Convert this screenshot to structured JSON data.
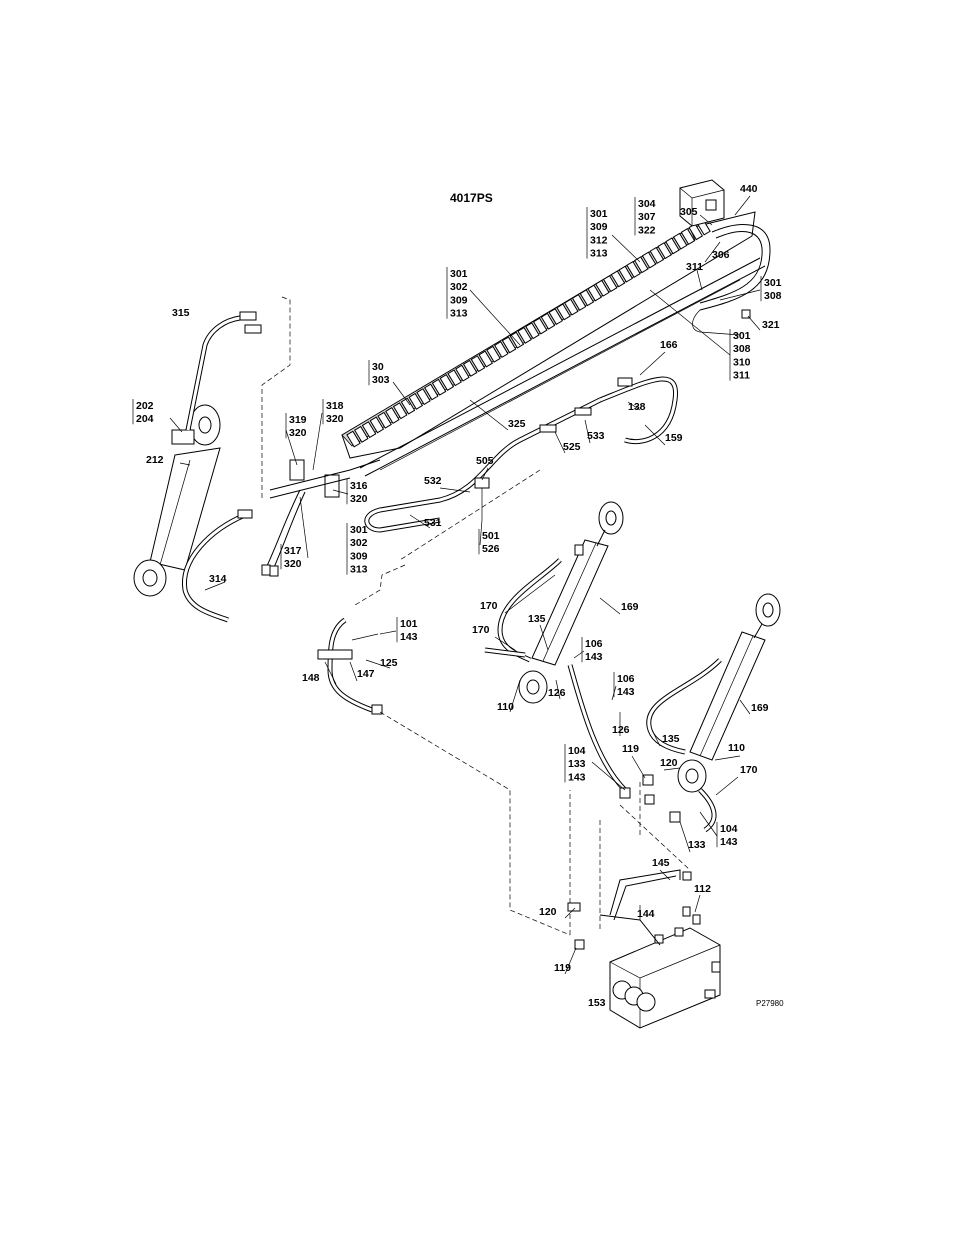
{
  "title": "4017PS",
  "reference": "P27980",
  "callouts": [
    {
      "id": "c-440",
      "lines": [
        "440"
      ]
    },
    {
      "id": "c-304",
      "lines": [
        "304",
        "307",
        "322"
      ]
    },
    {
      "id": "c-305",
      "lines": [
        "305"
      ]
    },
    {
      "id": "c-301a",
      "lines": [
        "301",
        "309",
        "312",
        "313"
      ]
    },
    {
      "id": "c-306",
      "lines": [
        "306"
      ]
    },
    {
      "id": "c-311",
      "lines": [
        "311"
      ]
    },
    {
      "id": "c-301b",
      "lines": [
        "301",
        "308"
      ]
    },
    {
      "id": "c-321",
      "lines": [
        "321"
      ]
    },
    {
      "id": "c-301c",
      "lines": [
        "301",
        "302",
        "309",
        "313"
      ]
    },
    {
      "id": "c-301d",
      "lines": [
        "301",
        "308",
        "310",
        "311"
      ]
    },
    {
      "id": "c-166",
      "lines": [
        "166"
      ]
    },
    {
      "id": "c-30",
      "lines": [
        "30",
        "303"
      ]
    },
    {
      "id": "c-138",
      "lines": [
        "138"
      ]
    },
    {
      "id": "c-315",
      "lines": [
        "315"
      ]
    },
    {
      "id": "c-325",
      "lines": [
        "325"
      ]
    },
    {
      "id": "c-533",
      "lines": [
        "533"
      ]
    },
    {
      "id": "c-159",
      "lines": [
        "159"
      ]
    },
    {
      "id": "c-525",
      "lines": [
        "525"
      ]
    },
    {
      "id": "c-202",
      "lines": [
        "202",
        "204"
      ]
    },
    {
      "id": "c-318",
      "lines": [
        "318",
        "320"
      ]
    },
    {
      "id": "c-319",
      "lines": [
        "319",
        "320"
      ]
    },
    {
      "id": "c-212",
      "lines": [
        "212"
      ]
    },
    {
      "id": "c-505",
      "lines": [
        "505"
      ]
    },
    {
      "id": "c-532",
      "lines": [
        "532"
      ]
    },
    {
      "id": "c-316",
      "lines": [
        "316",
        "320"
      ]
    },
    {
      "id": "c-531",
      "lines": [
        "531"
      ]
    },
    {
      "id": "c-301e",
      "lines": [
        "301",
        "302",
        "309",
        "313"
      ]
    },
    {
      "id": "c-501",
      "lines": [
        "501",
        "526"
      ]
    },
    {
      "id": "c-317",
      "lines": [
        "317",
        "320"
      ]
    },
    {
      "id": "c-314",
      "lines": [
        "314"
      ]
    },
    {
      "id": "c-170a",
      "lines": [
        "170"
      ]
    },
    {
      "id": "c-169a",
      "lines": [
        "169"
      ]
    },
    {
      "id": "c-135a",
      "lines": [
        "135"
      ]
    },
    {
      "id": "c-170b",
      "lines": [
        "170"
      ]
    },
    {
      "id": "c-101",
      "lines": [
        "101",
        "143"
      ]
    },
    {
      "id": "c-106a",
      "lines": [
        "106",
        "143"
      ]
    },
    {
      "id": "c-125",
      "lines": [
        "125"
      ]
    },
    {
      "id": "c-147",
      "lines": [
        "147"
      ]
    },
    {
      "id": "c-148",
      "lines": [
        "148"
      ]
    },
    {
      "id": "c-106b",
      "lines": [
        "106",
        "143"
      ]
    },
    {
      "id": "c-169b",
      "lines": [
        "169"
      ]
    },
    {
      "id": "c-110a",
      "lines": [
        "110"
      ]
    },
    {
      "id": "c-126a",
      "lines": [
        "126"
      ]
    },
    {
      "id": "c-126b",
      "lines": [
        "126"
      ]
    },
    {
      "id": "c-135b",
      "lines": [
        "135"
      ]
    },
    {
      "id": "c-104a",
      "lines": [
        "104",
        "133",
        "143"
      ]
    },
    {
      "id": "c-119a",
      "lines": [
        "119"
      ]
    },
    {
      "id": "c-110b",
      "lines": [
        "110"
      ]
    },
    {
      "id": "c-120a",
      "lines": [
        "120"
      ]
    },
    {
      "id": "c-170c",
      "lines": [
        "170"
      ]
    },
    {
      "id": "c-104b",
      "lines": [
        "104",
        "143"
      ]
    },
    {
      "id": "c-133",
      "lines": [
        "133"
      ]
    },
    {
      "id": "c-145",
      "lines": [
        "145"
      ]
    },
    {
      "id": "c-112",
      "lines": [
        "112"
      ]
    },
    {
      "id": "c-120b",
      "lines": [
        "120"
      ]
    },
    {
      "id": "c-144",
      "lines": [
        "144"
      ]
    },
    {
      "id": "c-119b",
      "lines": [
        "119"
      ]
    },
    {
      "id": "c-153",
      "lines": [
        "153"
      ]
    }
  ]
}
